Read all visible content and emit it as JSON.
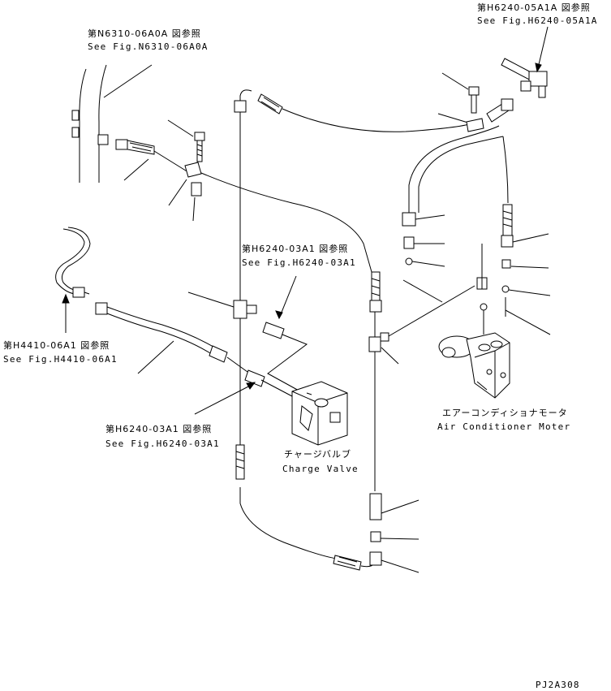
{
  "refs": {
    "n6310_jp": "第N6310-06A0A 図参照",
    "n6310_en": "See Fig.N6310-06A0A",
    "h6240_05_jp": "第H6240-05A1A 図参照",
    "h6240_05_en": "See Fig.H6240-05A1A",
    "h6240_03_top_jp": "第H6240-03A1 図参照",
    "h6240_03_top_en": "See Fig.H6240-03A1",
    "h4410_jp": "第H4410-06A1 図参照",
    "h4410_en": "See Fig.H4410-06A1",
    "h6240_03_bot_jp": "第H6240-03A1 図参照",
    "h6240_03_bot_en": "See Fig.H6240-03A1"
  },
  "components": {
    "motor_jp": "エアーコンディショナモータ",
    "motor_en": "Air Conditioner Moter",
    "valve_jp": "チャージバルブ",
    "valve_en": "Charge Valve"
  },
  "drawing_code": "PJ2A308"
}
